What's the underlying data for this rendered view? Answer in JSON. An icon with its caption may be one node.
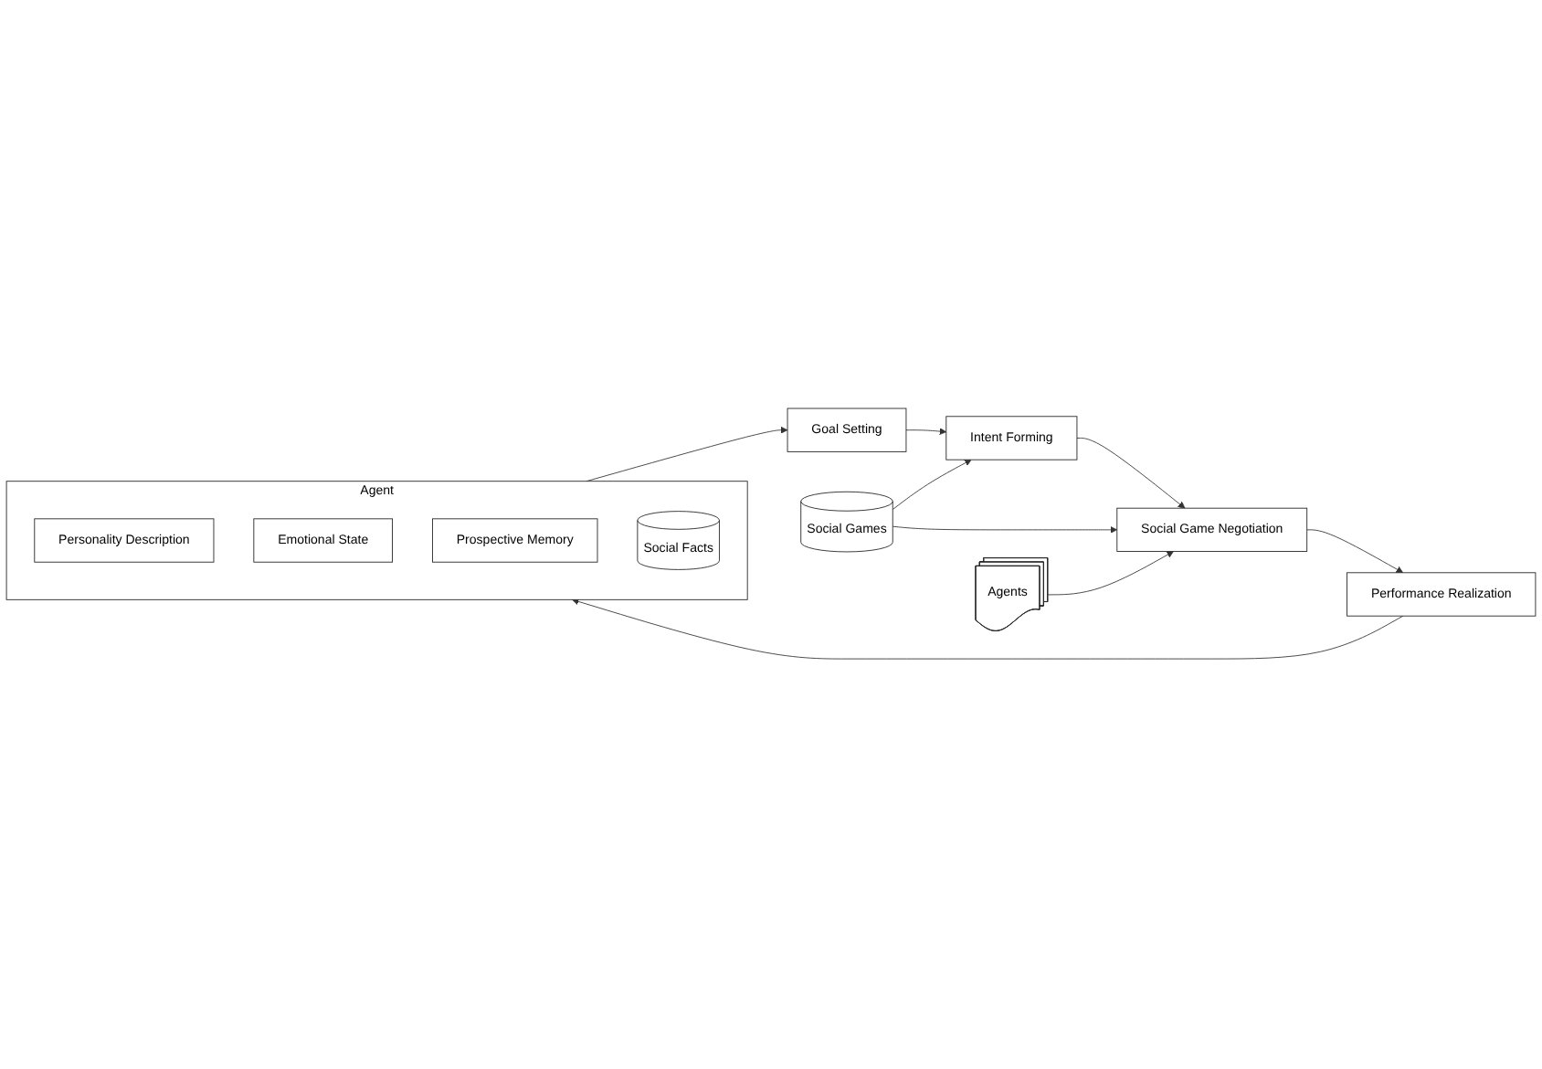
{
  "diagram": {
    "nodes": [
      {
        "text": [
          "Agent"
        ]
      },
      {
        "text": [
          "Personality Description"
        ],
        "in": 0
      },
      {
        "text": [
          "Emotional State"
        ],
        "in": 0
      },
      {
        "text": [
          "Prospective Memory"
        ],
        "in": 0
      },
      {
        "text": [
          "Social Facts"
        ],
        "in": 0
      },
      {
        "text": [
          "Goal Setting"
        ]
      },
      {
        "text": [
          "Intent Forming"
        ]
      },
      {
        "text": [
          "Social Game Negotiation"
        ]
      },
      {
        "text": [
          "Performance Realization"
        ]
      },
      {
        "text": [
          "Social Games"
        ]
      },
      {
        "text": [
          "Agents"
        ]
      }
    ],
    "edges": [
      {
        "from": 0,
        "to": 5,
        "arrow": "to"
      },
      {
        "from": 5,
        "to": 6,
        "arrow": "to"
      },
      {
        "from": 6,
        "to": 7,
        "arrow": "to"
      },
      {
        "from": 7,
        "to": 8,
        "arrow": "to"
      },
      {
        "from": 8,
        "to": 0,
        "arrow": "to"
      },
      {
        "from": 9,
        "to": 6,
        "arrow": "to"
      },
      {
        "from": 9,
        "to": 7,
        "arrow": "to"
      },
      {
        "from": 10,
        "to": 7,
        "arrow": "to"
      }
    ]
  }
}
